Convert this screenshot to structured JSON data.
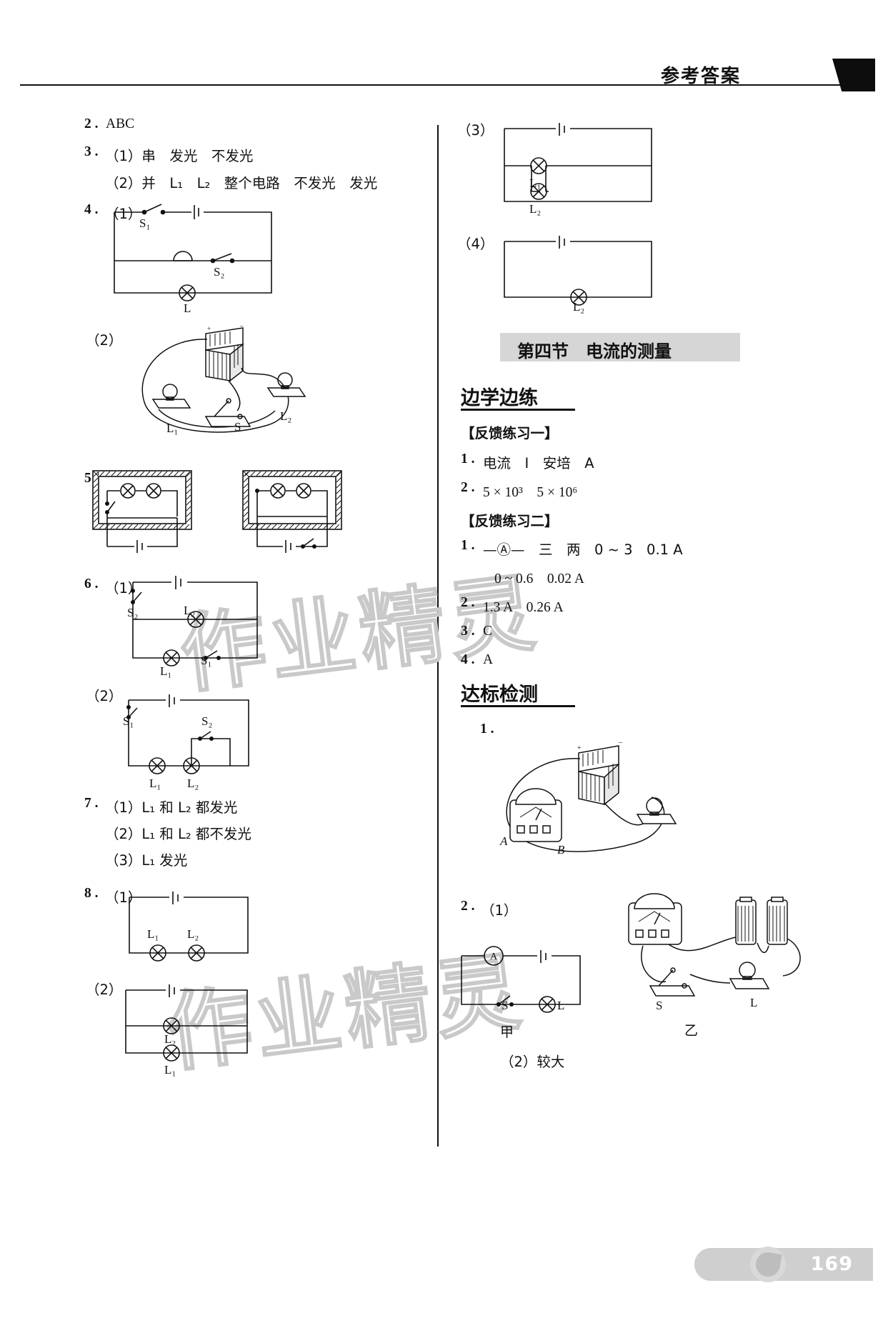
{
  "header": {
    "title": "参考答案",
    "page_number": "169"
  },
  "watermark": "作业精灵",
  "left_column": [
    {
      "id": "q2",
      "label": "2 .",
      "text": "ABC"
    },
    {
      "id": "q3",
      "label": "3 .",
      "text": "（1）串　发光　不发光"
    },
    {
      "id": "q3b",
      "label": "",
      "text": "（2）并　L₁　L₂　整个电路　不发光　发光"
    },
    {
      "id": "q4",
      "label": "4 .",
      "text": "（1）"
    },
    {
      "id": "q4b",
      "label": "",
      "text": "（2）"
    },
    {
      "id": "q5",
      "label": "5 .",
      "text": ""
    },
    {
      "id": "q6",
      "label": "6 .",
      "text": "（1）"
    },
    {
      "id": "q6b",
      "label": "",
      "text": "（2）"
    },
    {
      "id": "q7",
      "label": "7 .",
      "text": "（1）L₁ 和 L₂ 都发光"
    },
    {
      "id": "q7b",
      "label": "",
      "text": "（2）L₁ 和 L₂ 都不发光"
    },
    {
      "id": "q7c",
      "label": "",
      "text": "（3）L₁ 发光"
    },
    {
      "id": "q8",
      "label": "8 .",
      "text": "（1）"
    },
    {
      "id": "q8b",
      "label": "",
      "text": "（2）"
    }
  ],
  "right_column": {
    "diagram_labels": {
      "three": "（3）",
      "four": "（4）"
    },
    "section_title": "第四节　电流的测量",
    "head_practice": "边学边练",
    "feedback1_title": "【反馈练习一】",
    "feedback1": [
      {
        "num": "1 .",
        "text": "电流　I　安培　A"
      },
      {
        "num": "2 .",
        "text": "5 × 10³　5 × 10⁶"
      }
    ],
    "feedback2_title": "【反馈练习二】",
    "feedback2": [
      {
        "num": "1 .",
        "text": "—Ⓐ—　三　两　0 ~ 3　0.1 A"
      },
      {
        "num": "",
        "text": "0 ~ 0.6　0.02 A"
      },
      {
        "num": "2 .",
        "text": "1.3 A　0.26 A"
      },
      {
        "num": "3 .",
        "text": "C"
      },
      {
        "num": "4 .",
        "text": "A"
      }
    ],
    "head_test": "达标检测",
    "test": [
      {
        "num": "1 .",
        "text": ""
      },
      {
        "num": "2 .",
        "text": "（1）"
      },
      {
        "num": "",
        "text": "（2）较大"
      }
    ]
  },
  "labels": {
    "S1": "S₁",
    "S2": "S₂",
    "S": "S",
    "L": "L",
    "L1": "L₁",
    "L2": "L₂",
    "A": "A",
    "B": "B",
    "jia": "甲",
    "yi": "乙",
    "ammeter": "A"
  }
}
